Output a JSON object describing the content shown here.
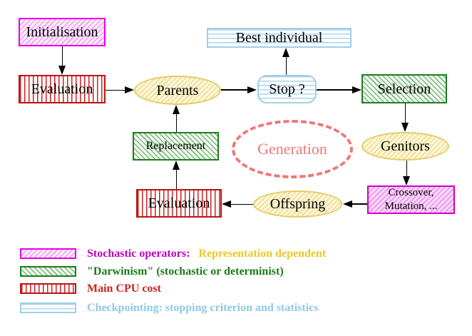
{
  "diagram": {
    "nodes": {
      "initialisation": "Initialisation",
      "evaluation_top": "Evaluation",
      "best_individual": "Best individual",
      "parents": "Parents",
      "stop": "Stop ?",
      "selection": "Selection",
      "replacement": "Replacement",
      "generation": "Generation",
      "genitors": "Genitors",
      "evaluation_bottom": "Evaluation",
      "offspring": "Offspring",
      "crossover_line1": "Crossover,",
      "crossover_line2": "Mutation, ..."
    },
    "colors": {
      "stochastic_magenta": "#e800e8",
      "darwinism_green": "#1e7d1e",
      "cpu_red": "#cc2222",
      "checkpoint_cyan": "#a0cfe6",
      "population_yellow": "#e3cb68",
      "generation_salmon": "#ee7777",
      "arrow_black": "#000000"
    }
  },
  "legend": {
    "items": [
      {
        "label1": "Stochastic operators:",
        "label2": "Representation dependent"
      },
      {
        "label1": "\"Darwinism\" (stochastic or determinist)"
      },
      {
        "label1": "Main CPU cost"
      },
      {
        "label1": "Checkpointing: stopping criterion and statistics"
      }
    ]
  }
}
